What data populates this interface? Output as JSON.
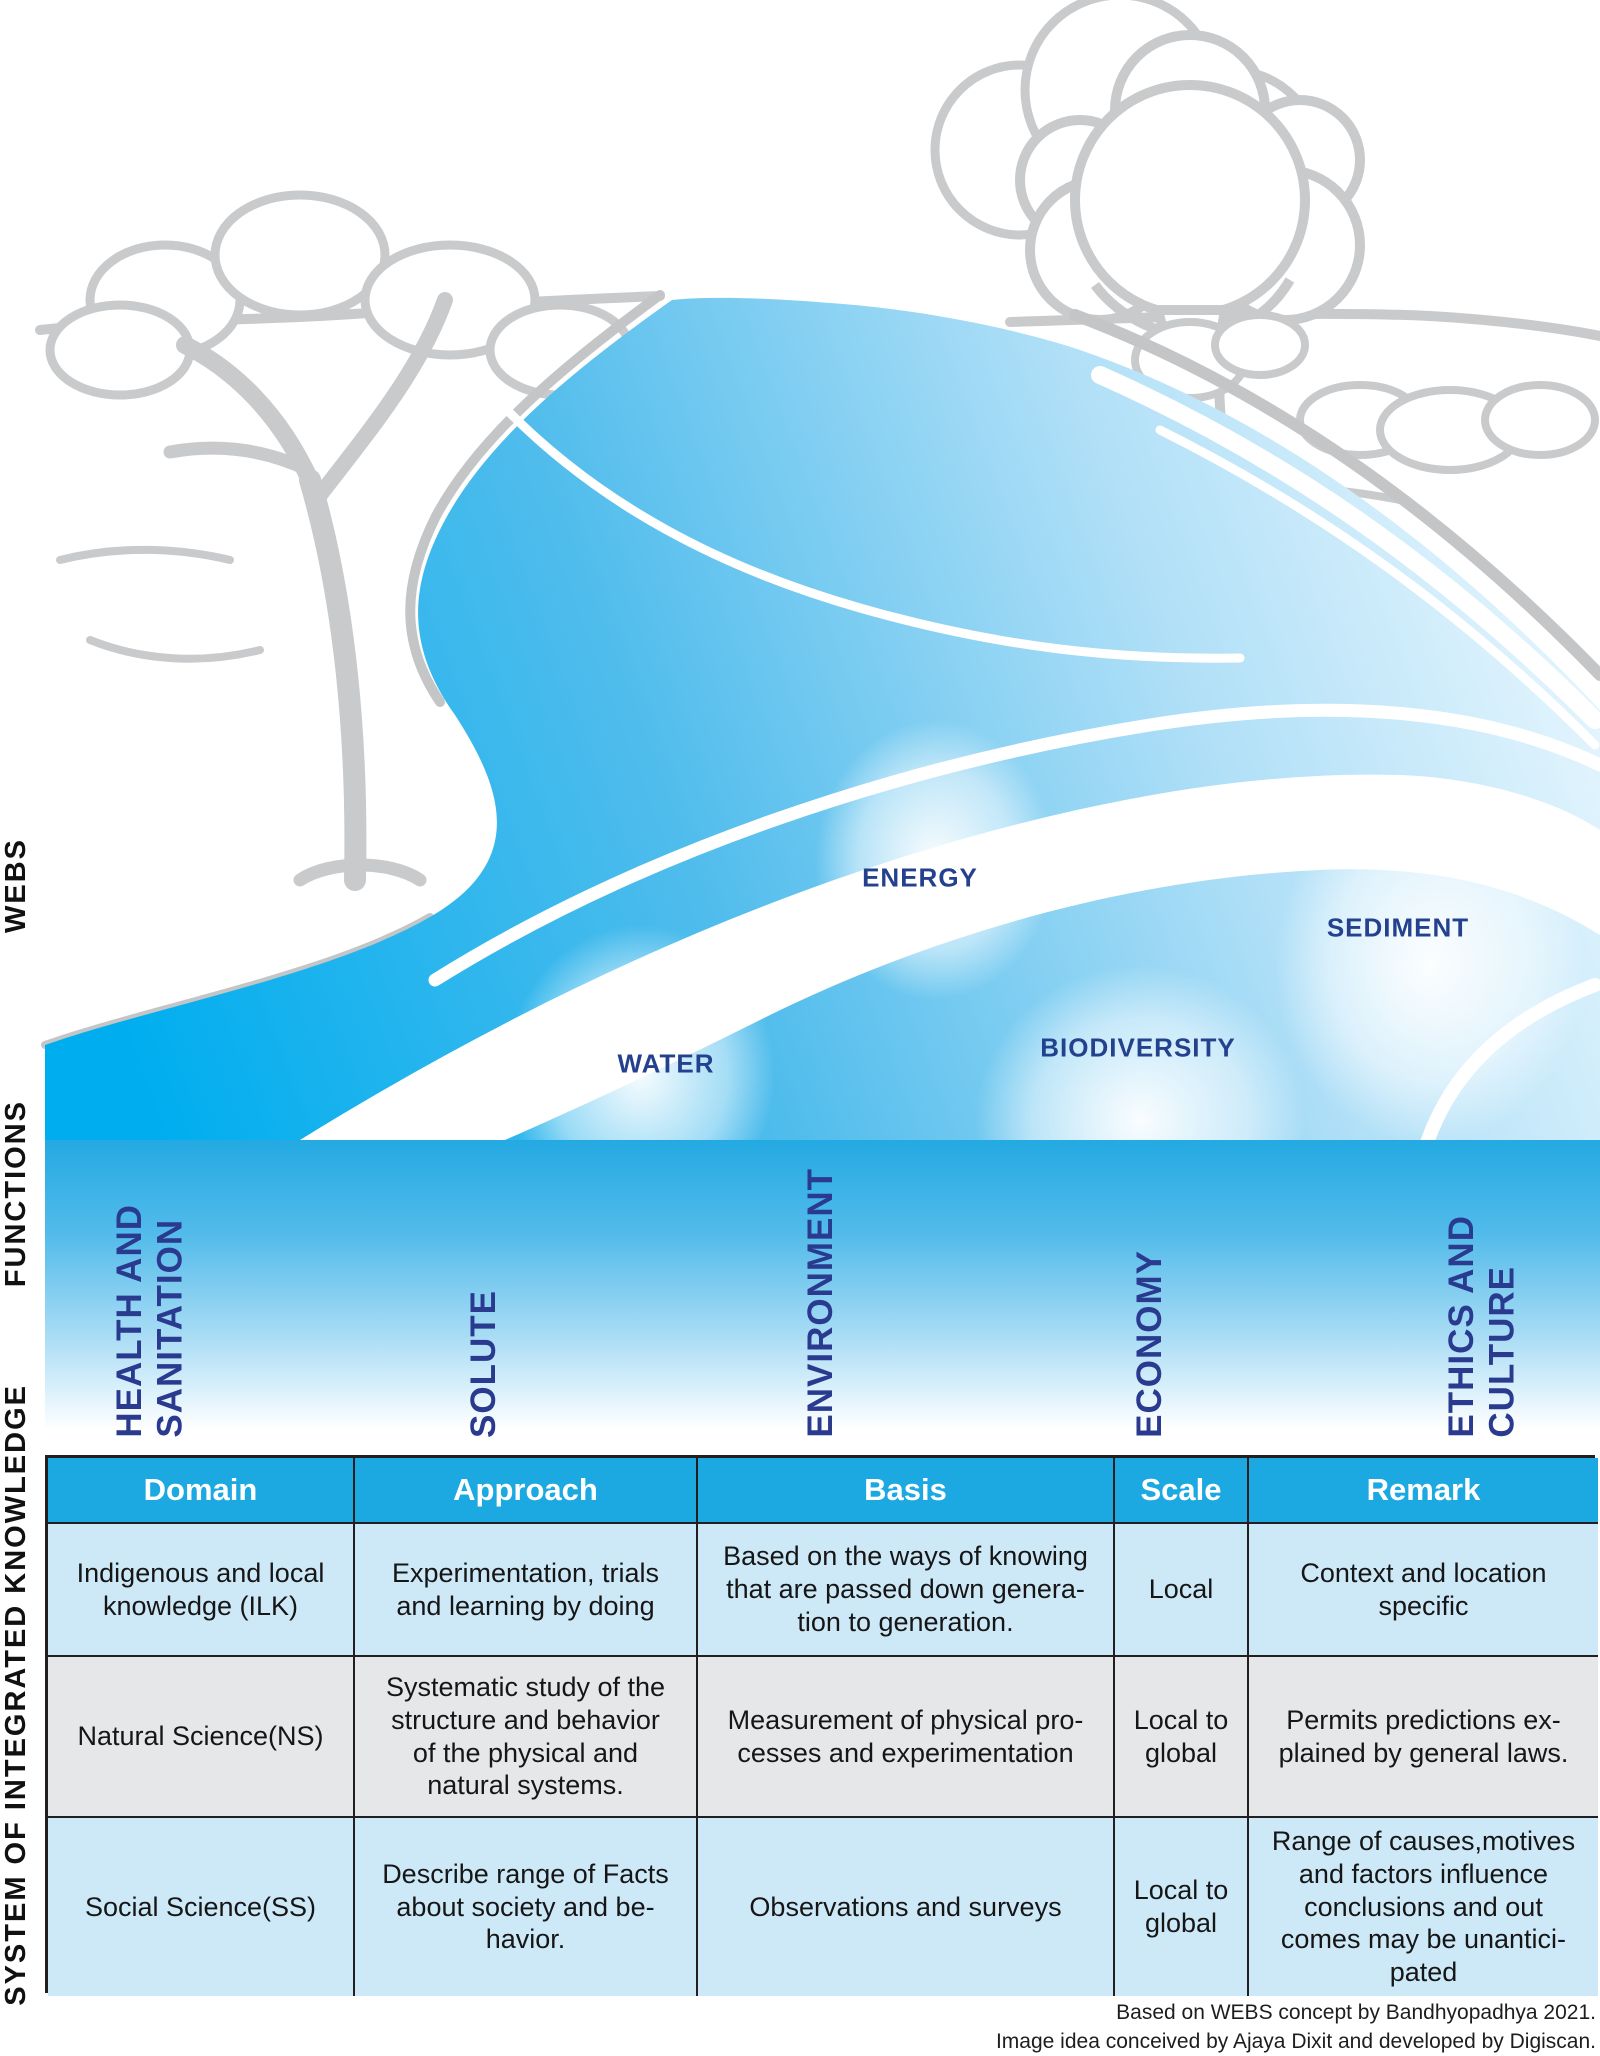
{
  "side_labels": {
    "webs": "WEBS",
    "functions": "FUNCTIONS",
    "system": "SYSTEM OF INTEGRATED KNOWLEDGE"
  },
  "river": {
    "components": [
      "WATER",
      "ENERGY",
      "BIODIVERSITY",
      "SEDIMENT"
    ]
  },
  "functions_band": {
    "labels": [
      "HEALTH AND\nSANITATION",
      "SOLUTE",
      "ENVIRONMENT",
      "ECONOMY",
      "ETHICS AND\nCULTURE"
    ]
  },
  "table": {
    "headers": [
      "Domain",
      "Approach",
      "Basis",
      "Scale",
      "Remark"
    ],
    "rows": [
      [
        "Indigenous and local\nknowledge (ILK)",
        "Experimentation, trials\nand learning by doing",
        "Based on the ways of knowing\nthat are passed down genera-\ntion to generation.",
        "Local",
        "Context and location\nspecific"
      ],
      [
        "Natural Science(NS)",
        "Systematic study of the\nstructure and behavior\nof the physical and\nnatural systems.",
        "Measurement of physical pro-\ncesses and experimentation",
        "Local to\nglobal",
        "Permits  predictions ex-\nplained by general laws."
      ],
      [
        "Social Science(SS)",
        "Describe range of Facts\nabout society and be-\nhavior.",
        "Observations and surveys",
        "Local to\nglobal",
        "Range of causes,motives\nand factors influence\nconclusions and out\ncomes may be unantici-\npated"
      ]
    ]
  },
  "footer": {
    "line1": "Based on WEBS concept by Bandhyopadhya 2021.",
    "line2": "Image idea conceived by Ajaya Dixit and developed by Digiscan."
  },
  "colors": {
    "river_cyan": "#00AEEF",
    "header_blue": "#1CA9E1",
    "row_light_blue": "#CDE9F8",
    "row_gray": "#E6E7E8",
    "label_navy": "#27418F",
    "line_gray": "#C9CACC",
    "border_dark": "#231F20"
  }
}
